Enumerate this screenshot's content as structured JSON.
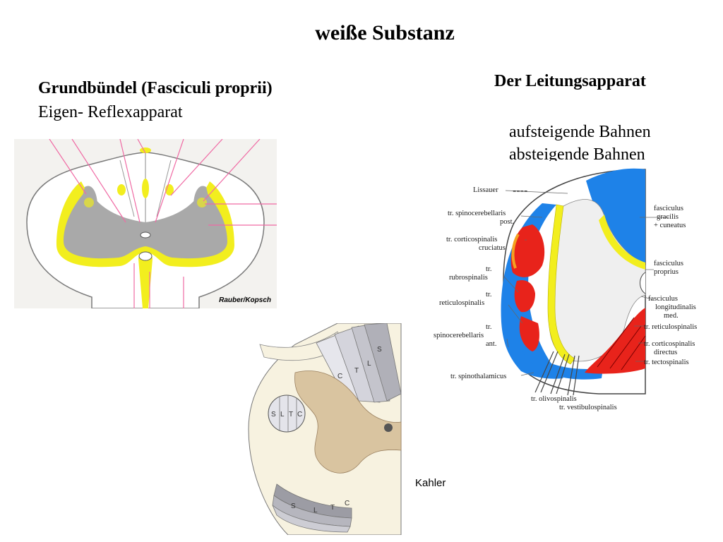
{
  "title": "weiße Substanz",
  "left": {
    "heading": "Grundbündel (Fasciculi proprii)",
    "subtitle": "Eigen- Reflexapparat",
    "credit": "Rauber/Kopsch"
  },
  "right": {
    "heading": "Der Leitungsapparat",
    "ascending": "aufsteigende Bahnen",
    "descending": "absteigende Bahnen",
    "dash": "----",
    "labels": {
      "lissauer": "Lissauer",
      "spinocereb_post_1": "tr. spinocerebellaris",
      "spinocereb_post_2": "post.",
      "corticosp_cruc_1": "tr. corticospinalis",
      "corticosp_cruc_2": "cruciatus",
      "rubro_1": "tr.",
      "rubro_2": "rubrospinalis",
      "reticulo_left_1": "tr.",
      "reticulo_left_2": "reticulospinalis",
      "spinocereb_ant_1": "tr.",
      "spinocereb_ant_2": "spinocerebellaris",
      "spinocereb_ant_3": "ant.",
      "spinothal": "tr. spinothalamicus",
      "olivo": "tr. olivospinalis",
      "vestibulo": "tr. vestibulospinalis",
      "fasc_grac_1": "fasciculus",
      "fasc_grac_2": "gracilis",
      "fasc_grac_3": "+ cuneatus",
      "fasc_prop_1": "fasciculus",
      "fasc_prop_2": "proprius",
      "fasc_long_1": "fasciculus",
      "fasc_long_2": "longitudinalis",
      "fasc_long_3": "med.",
      "reticulo_right": "tr. reticulospinalis",
      "corticosp_dir_1": "tr. corticospinalis",
      "corticosp_dir_2": "directus",
      "tecto": "tr. tectospinalis"
    }
  },
  "bottom": {
    "letters_top": [
      "C",
      "T",
      "L",
      "S"
    ],
    "letters_side": [
      "S",
      "L",
      "T",
      "C"
    ],
    "letters_bottom": [
      "S",
      "L",
      "T",
      "C"
    ],
    "credit": "Kahler"
  },
  "colors": {
    "gray_matter": "#a9a9a9",
    "fasciculi_yellow": "#f2ee1e",
    "pointer_pink": "#f06aa4",
    "ascending_blue": "#1e82e8",
    "descending_red": "#e8231b",
    "tan_gray": "#d9c4a0"
  }
}
